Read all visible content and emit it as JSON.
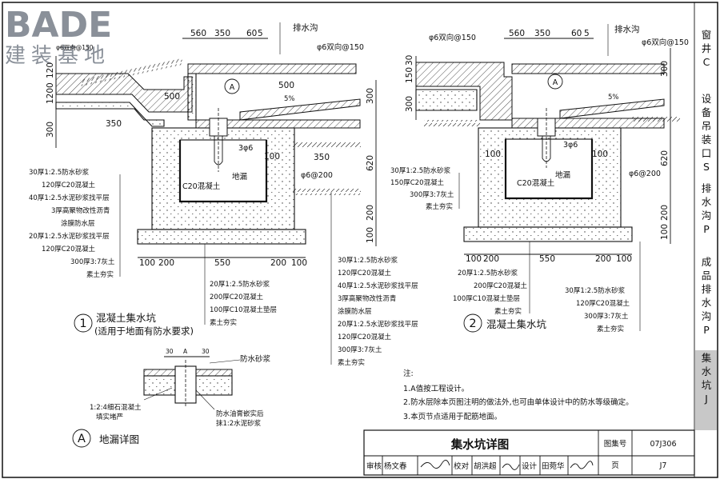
{
  "logo": {
    "brand": "BADE",
    "subtitle": "建装基地"
  },
  "drawing": {
    "title": "集水坑详图",
    "atlas_label": "图集号",
    "atlas_no": "07J306",
    "page_label": "页",
    "page_no": "J7"
  },
  "titleblock": {
    "review_label": "审核",
    "review_name": "杨文春",
    "check_label": "校对",
    "check_name": "胡洪超",
    "design_label": "设计",
    "design_name": "田菀华"
  },
  "side_tabs": [
    {
      "label": "窗井C",
      "active": false
    },
    {
      "label": "设备吊装口S",
      "active": false
    },
    {
      "label": "排水沟P",
      "active": false
    },
    {
      "label": "成品排水沟P",
      "active": false
    },
    {
      "label": "集水坑J",
      "active": true
    }
  ],
  "detail1": {
    "number": "1",
    "title": "混凝土集水坑",
    "subtitle": "(适用于地面有防水要求)",
    "dims_top": [
      "560",
      "350",
      "60",
      "5"
    ],
    "dims_bottom": [
      "100",
      "200",
      "550",
      "200",
      "100"
    ],
    "dims_right": [
      "300",
      "620",
      "200",
      "100"
    ],
    "dims_left": [
      "1200",
      "120",
      "300"
    ],
    "dims_misc": [
      "500",
      "350",
      "500",
      "350",
      "100"
    ],
    "slope": "5%",
    "drain_label": "排水沟",
    "rebar_top": "φ6双向@150",
    "rebar_side": "φ6@200",
    "rebar_bar": "3φ6",
    "concrete": "C20混凝土",
    "floor_drain": "地漏",
    "layers_left": [
      "30厚1:2.5防水砂浆",
      "120厚C20混凝土",
      "40厚1:2.5水泥砂浆找平层",
      "3厚高聚物改性沥青",
      "涂膜防水层",
      "20厚1:2.5水泥砂浆找平层",
      "120厚C20混凝土",
      "300厚3:7灰土",
      "素土夯实"
    ],
    "layers_bottom": [
      "20厚1:2.5防水砂浆",
      "200厚C20混凝土",
      "100厚C10混凝土垫层",
      "素土夯实"
    ],
    "layers_right": [
      "30厚1:2.5防水砂浆",
      "120厚C20混凝土",
      "40厚1:2.5水泥砂浆找平层",
      "3厚高聚物改性沥青",
      "涂膜防水层",
      "20厚1:2.5水泥砂浆找平层",
      "120厚C20混凝土",
      "300厚3:7灰土",
      "素土夯实"
    ]
  },
  "detail2": {
    "number": "2",
    "title": "混凝土集水坑",
    "dims_top": [
      "560",
      "350",
      "60",
      "5"
    ],
    "dims_bottom": [
      "100",
      "200",
      "550",
      "200",
      "100"
    ],
    "dims_right": [
      "300",
      "620",
      "200",
      "100"
    ],
    "dims_left": [
      "150",
      "30",
      "300"
    ],
    "dims_misc": [
      "100",
      "100"
    ],
    "slope": "5%",
    "drain_label": "排水沟",
    "rebar_top_left": "φ6双向@150",
    "rebar_top_right": "φ6双向@150",
    "rebar_side": "φ6@200",
    "rebar_bar": "3φ6",
    "concrete": "C20混凝土",
    "floor_drain": "地漏",
    "layers_left": [
      "30厚1:2.5防水砂浆",
      "150厚C20混凝土",
      "300厚3:7灰土",
      "素土夯实"
    ],
    "layers_bottom": [
      "20厚1:2.5防水砂浆",
      "200厚C20混凝土",
      "100厚C10混凝土垫层",
      "素土夯实"
    ],
    "layers_right": [
      "30厚1:2.5防水砂浆",
      "120厚C20混凝土",
      "300厚3:7灰土",
      "素土夯实"
    ]
  },
  "detailA": {
    "letter": "A",
    "title": "地漏详图",
    "dims": [
      "30",
      "A",
      "30"
    ],
    "labels": [
      "防水砂浆",
      "1:2:4细石混凝土",
      "填实堵严",
      "防水油膏嵌实后",
      "抹1:2水泥砂浆"
    ]
  },
  "notes": {
    "heading": "注:",
    "items": [
      "1.A值按工程设计。",
      "2.防水层除本页图注明的做法外,也可由单体设计中的防水等级确定。",
      "3.本页节点适用于配筋地面。"
    ]
  }
}
